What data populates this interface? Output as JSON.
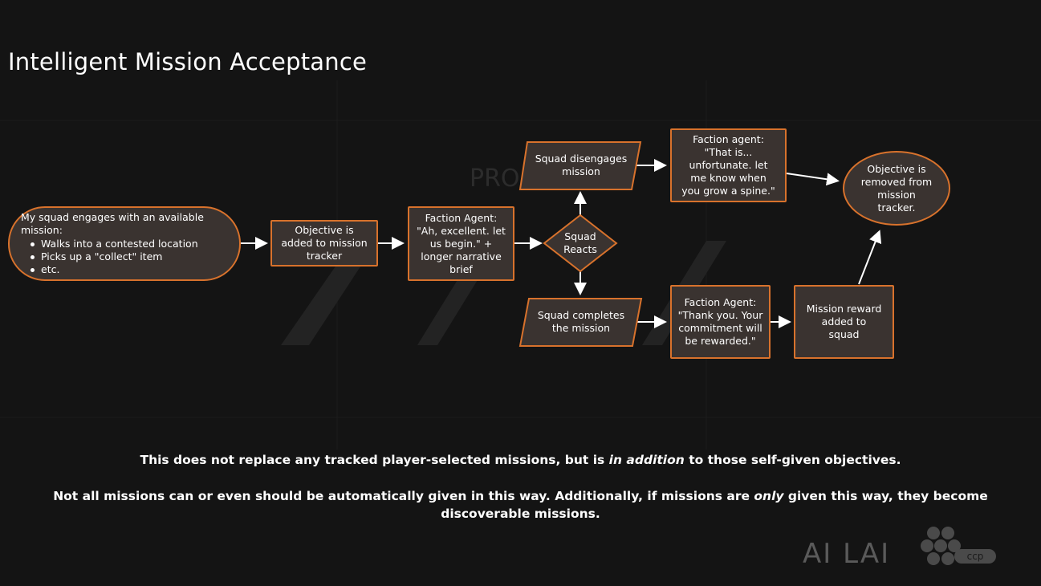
{
  "title": "Intelligent Mission Acceptance",
  "nodes": {
    "start_heading": "My squad engages with an available mission:",
    "start_bullets": [
      "Walks into a contested location",
      "Picks up a \"collect\" item",
      "etc."
    ],
    "objective_added": "Objective is added to mission tracker",
    "agent_begin": "Faction Agent: \"Ah, excellent. let us begin.\" + longer narrative brief",
    "squad_reacts": "Squad Reacts",
    "disengages": "Squad disengages mission",
    "agent_unfortunate": "Faction agent: \"That is... unfortunate. let me know when you grow a spine.\"",
    "objective_removed": "Objective is removed from mission tracker.",
    "completes": "Squad completes the mission",
    "agent_thanks": "Faction Agent: \"Thank you. Your commitment will be rewarded.\"",
    "reward": "Mission reward added to squad"
  },
  "footer": {
    "line1_a": "This does not replace any tracked player-selected missions, but is ",
    "line1_em": "in addition",
    "line1_b": " to those self-given objectives.",
    "line2_a": "Not all missions can or even should be automatically given in this way. Additionally, if missions are ",
    "line2_em": "only",
    "line2_b": " given this way, they become",
    "line3": "discoverable missions."
  },
  "branding": {
    "watermark_word": "PRO",
    "logo_text": "AI LAI",
    "ccp_text": "ccp"
  },
  "colors": {
    "node_fill": "#3a3330",
    "node_border": "#d8722c",
    "background": "#141414",
    "text": "#ffffff"
  }
}
